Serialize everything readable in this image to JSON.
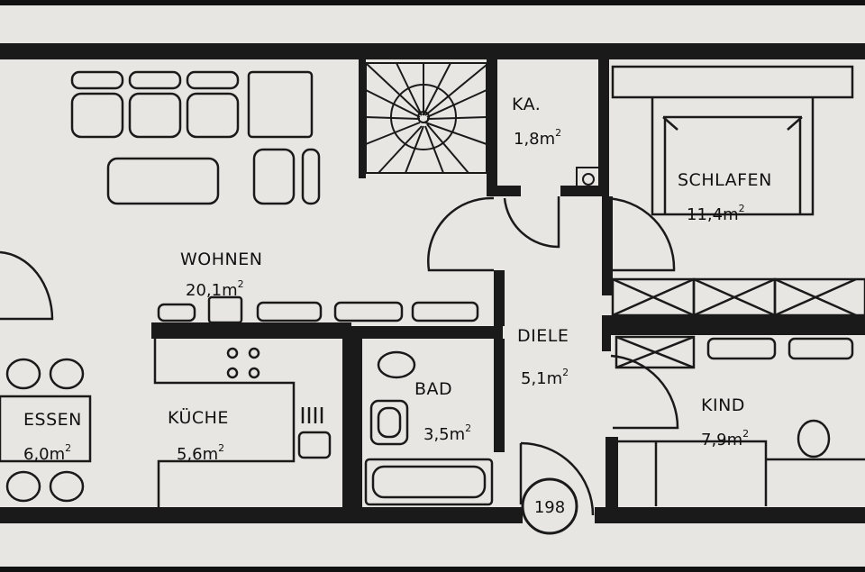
{
  "plan": {
    "rooms": [
      {
        "id": "wohnen",
        "name": "WOHNEN",
        "area": "20,1m",
        "unit_sup": "2"
      },
      {
        "id": "ka",
        "name": "KA.",
        "area": "1,8m",
        "unit_sup": "2"
      },
      {
        "id": "schlafen",
        "name": "SCHLAFEN",
        "area": "11,4m",
        "unit_sup": "2"
      },
      {
        "id": "diele",
        "name": "DIELE",
        "area": "5,1m",
        "unit_sup": "2"
      },
      {
        "id": "bad",
        "name": "BAD",
        "area": "3,5m",
        "unit_sup": "2"
      },
      {
        "id": "kueche",
        "name": "KÜCHE",
        "area": "5,6m",
        "unit_sup": "2"
      },
      {
        "id": "essen",
        "name": "ESSEN",
        "area": "6,0m",
        "unit_sup": "2"
      },
      {
        "id": "kind",
        "name": "KIND",
        "area": "7,9m",
        "unit_sup": "2"
      }
    ],
    "unit_number": "198"
  }
}
